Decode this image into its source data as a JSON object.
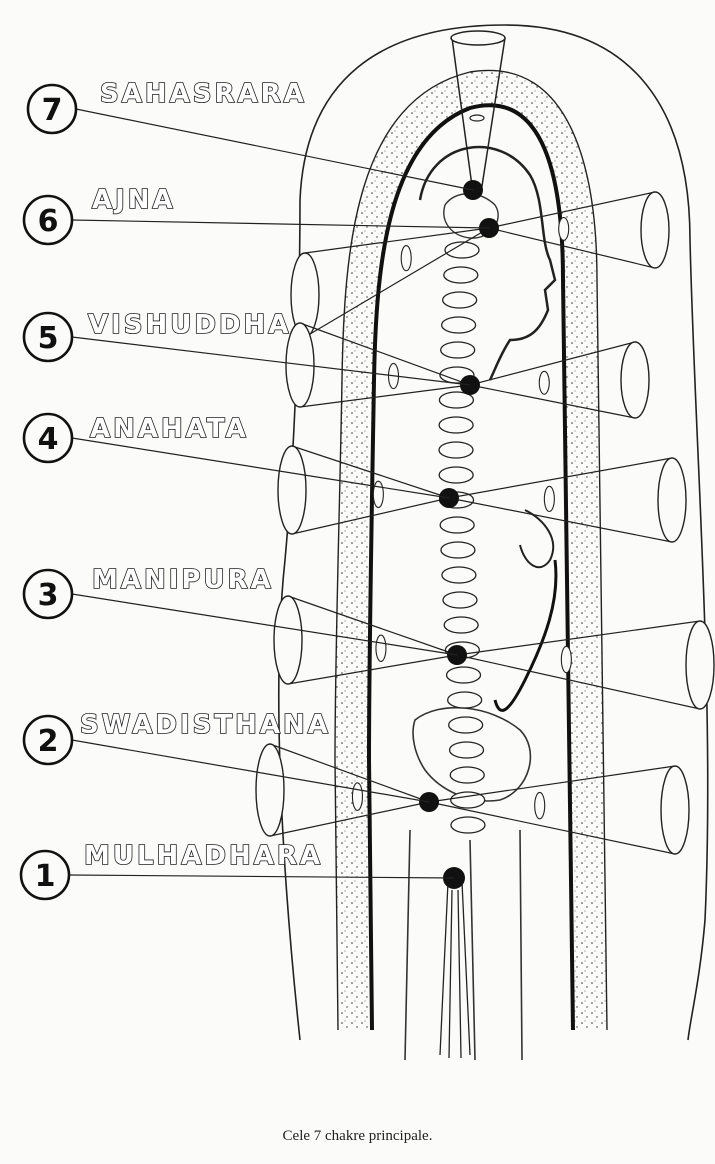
{
  "chakras": [
    {
      "number": "7",
      "name": "SAHASRARA"
    },
    {
      "number": "6",
      "name": "AJNA"
    },
    {
      "number": "5",
      "name": "VISHUDDHA"
    },
    {
      "number": "4",
      "name": "ANAHATA"
    },
    {
      "number": "3",
      "name": "MANIPURA"
    },
    {
      "number": "2",
      "name": "SWADISTHANA"
    },
    {
      "number": "1",
      "name": "MULHADHARA"
    }
  ],
  "caption": "Cele 7 chakre principale.",
  "colors": {
    "ink": "#1e1e1e",
    "paper": "#fbfbf9"
  }
}
